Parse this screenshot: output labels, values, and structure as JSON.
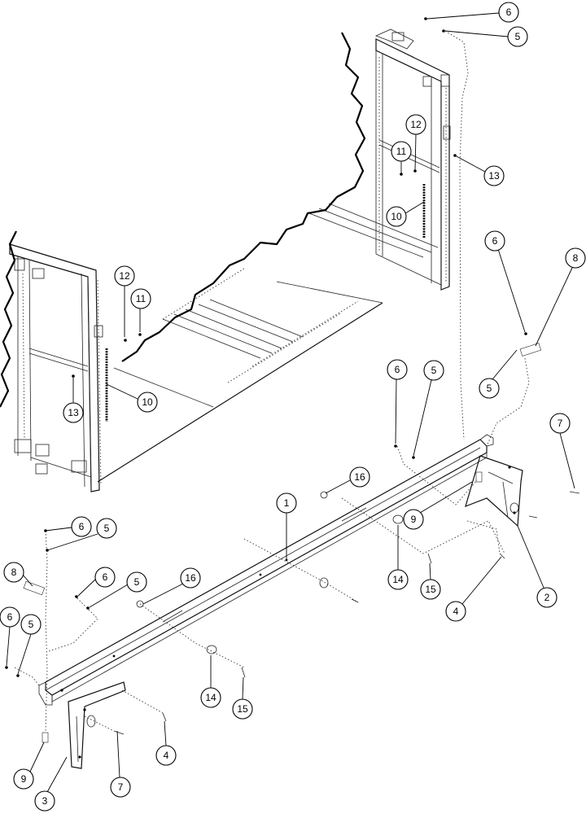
{
  "callouts": [
    {
      "id": "c-6-top",
      "label": "6"
    },
    {
      "id": "c-5-top",
      "label": "5"
    },
    {
      "id": "c-12-right",
      "label": "12"
    },
    {
      "id": "c-11-right",
      "label": "11"
    },
    {
      "id": "c-13-right",
      "label": "13"
    },
    {
      "id": "c-10-right",
      "label": "10"
    },
    {
      "id": "c-6-r2",
      "label": "6"
    },
    {
      "id": "c-8-right",
      "label": "8"
    },
    {
      "id": "c-5-r2",
      "label": "5"
    },
    {
      "id": "c-12-left",
      "label": "12"
    },
    {
      "id": "c-11-left",
      "label": "11"
    },
    {
      "id": "c-13-left",
      "label": "13"
    },
    {
      "id": "c-10-left",
      "label": "10"
    },
    {
      "id": "c-6-mid",
      "label": "6"
    },
    {
      "id": "c-5-mid",
      "label": "5"
    },
    {
      "id": "c-7-right",
      "label": "7"
    },
    {
      "id": "c-16-right",
      "label": "16"
    },
    {
      "id": "c-1",
      "label": "1"
    },
    {
      "id": "c-9-right",
      "label": "9"
    },
    {
      "id": "c-14-right",
      "label": "14"
    },
    {
      "id": "c-15-right",
      "label": "15"
    },
    {
      "id": "c-4-right",
      "label": "4"
    },
    {
      "id": "c-2",
      "label": "2"
    },
    {
      "id": "c-6-l1",
      "label": "6"
    },
    {
      "id": "c-5-l1",
      "label": "5"
    },
    {
      "id": "c-8-left",
      "label": "8"
    },
    {
      "id": "c-6-l2",
      "label": "6"
    },
    {
      "id": "c-5-l2",
      "label": "5"
    },
    {
      "id": "c-16-left",
      "label": "16"
    },
    {
      "id": "c-6-l3",
      "label": "6"
    },
    {
      "id": "c-5-l3",
      "label": "5"
    },
    {
      "id": "c-14-left",
      "label": "14"
    },
    {
      "id": "c-15-left",
      "label": "15"
    },
    {
      "id": "c-4-left",
      "label": "4"
    },
    {
      "id": "c-9-left",
      "label": "9"
    },
    {
      "id": "c-3",
      "label": "3"
    },
    {
      "id": "c-7-left",
      "label": "7"
    }
  ]
}
